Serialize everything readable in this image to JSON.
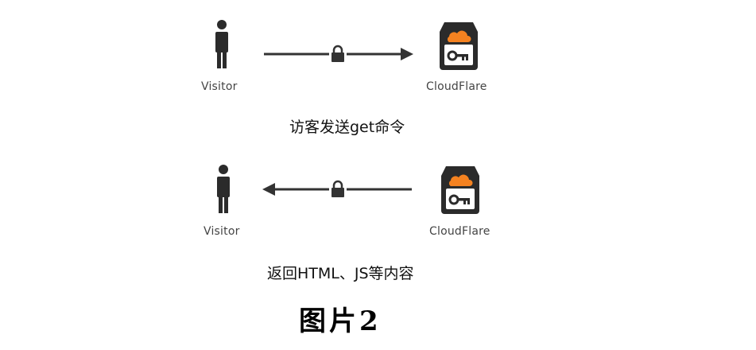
{
  "step1": {
    "left_label": "Visitor",
    "right_label": "CloudFlare",
    "caption": "访客发送get命令",
    "direction": "right"
  },
  "step2": {
    "left_label": "Visitor",
    "right_label": "CloudFlare",
    "caption": "返回HTML、JS等内容",
    "direction": "left"
  },
  "figure_title": "图片2",
  "icons": {
    "visitor": "person-icon",
    "cloudflare": "cloudflare-server-icon",
    "lock": "lock-icon"
  },
  "colors": {
    "icon_dark": "#2b2b2b",
    "cloud_orange": "#f58220",
    "arrow": "#333333"
  }
}
